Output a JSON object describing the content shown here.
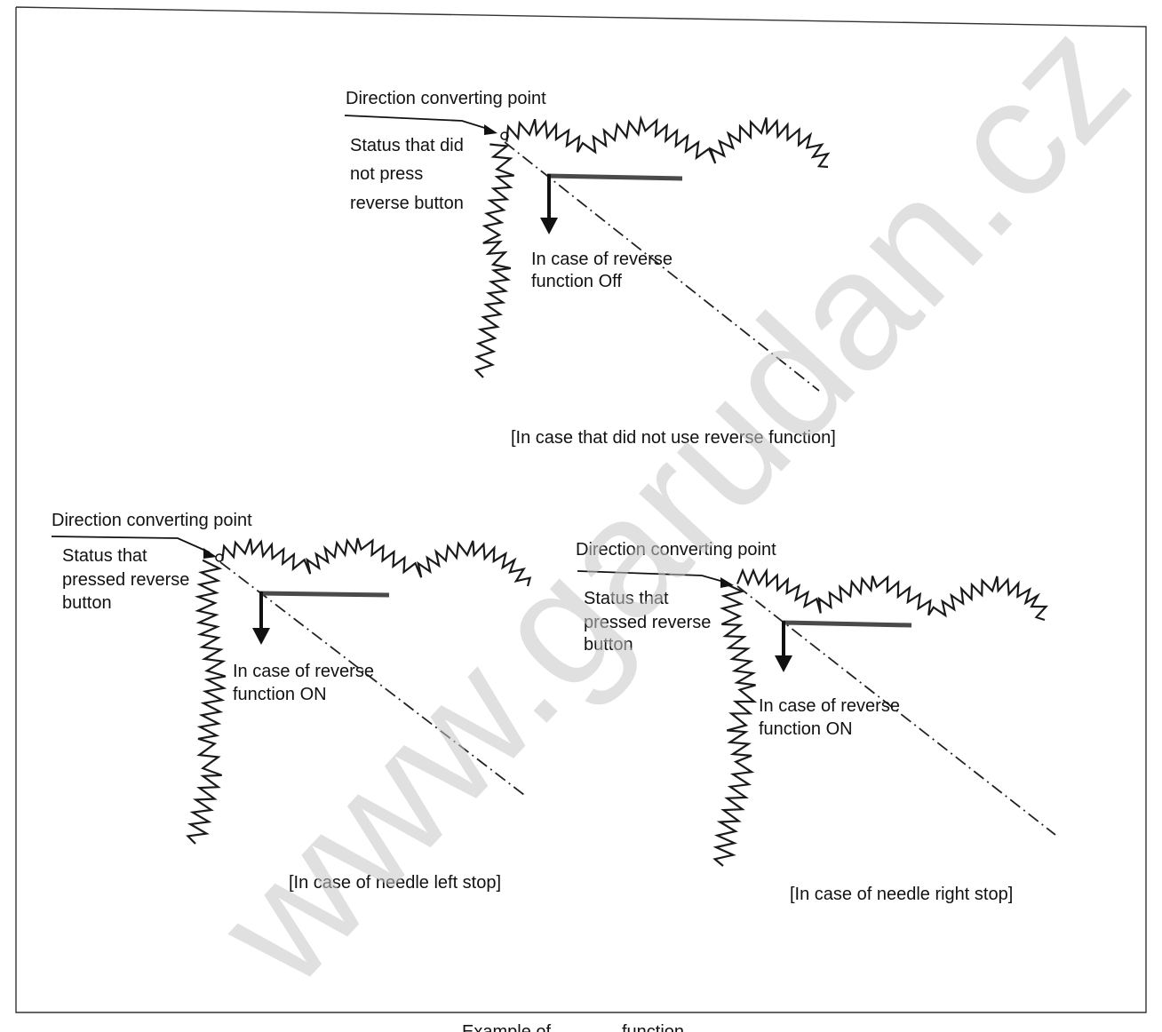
{
  "panels": {
    "top": {
      "direction_label": "Direction converting point",
      "status_lines": [
        "Status that did",
        "not press",
        "reverse button"
      ],
      "function_lines": [
        "In case of reverse",
        "function Off"
      ],
      "caption": "[In case that did not use reverse function]"
    },
    "left": {
      "direction_label": "Direction converting point",
      "status_lines": [
        "Status that",
        "pressed reverse",
        "button"
      ],
      "function_lines": [
        "In case of reverse",
        "function ON"
      ],
      "caption": "[In case of needle left stop]"
    },
    "right": {
      "direction_label": "Direction converting point",
      "status_lines": [
        "Status that",
        "pressed reverse",
        "button"
      ],
      "function_lines": [
        "In case of reverse",
        "function ON"
      ],
      "caption": "[In case of needle right stop]"
    }
  },
  "footer_caption": "Example of",
  "footer_caption_2": "function",
  "watermark": "www.garudan.cz"
}
